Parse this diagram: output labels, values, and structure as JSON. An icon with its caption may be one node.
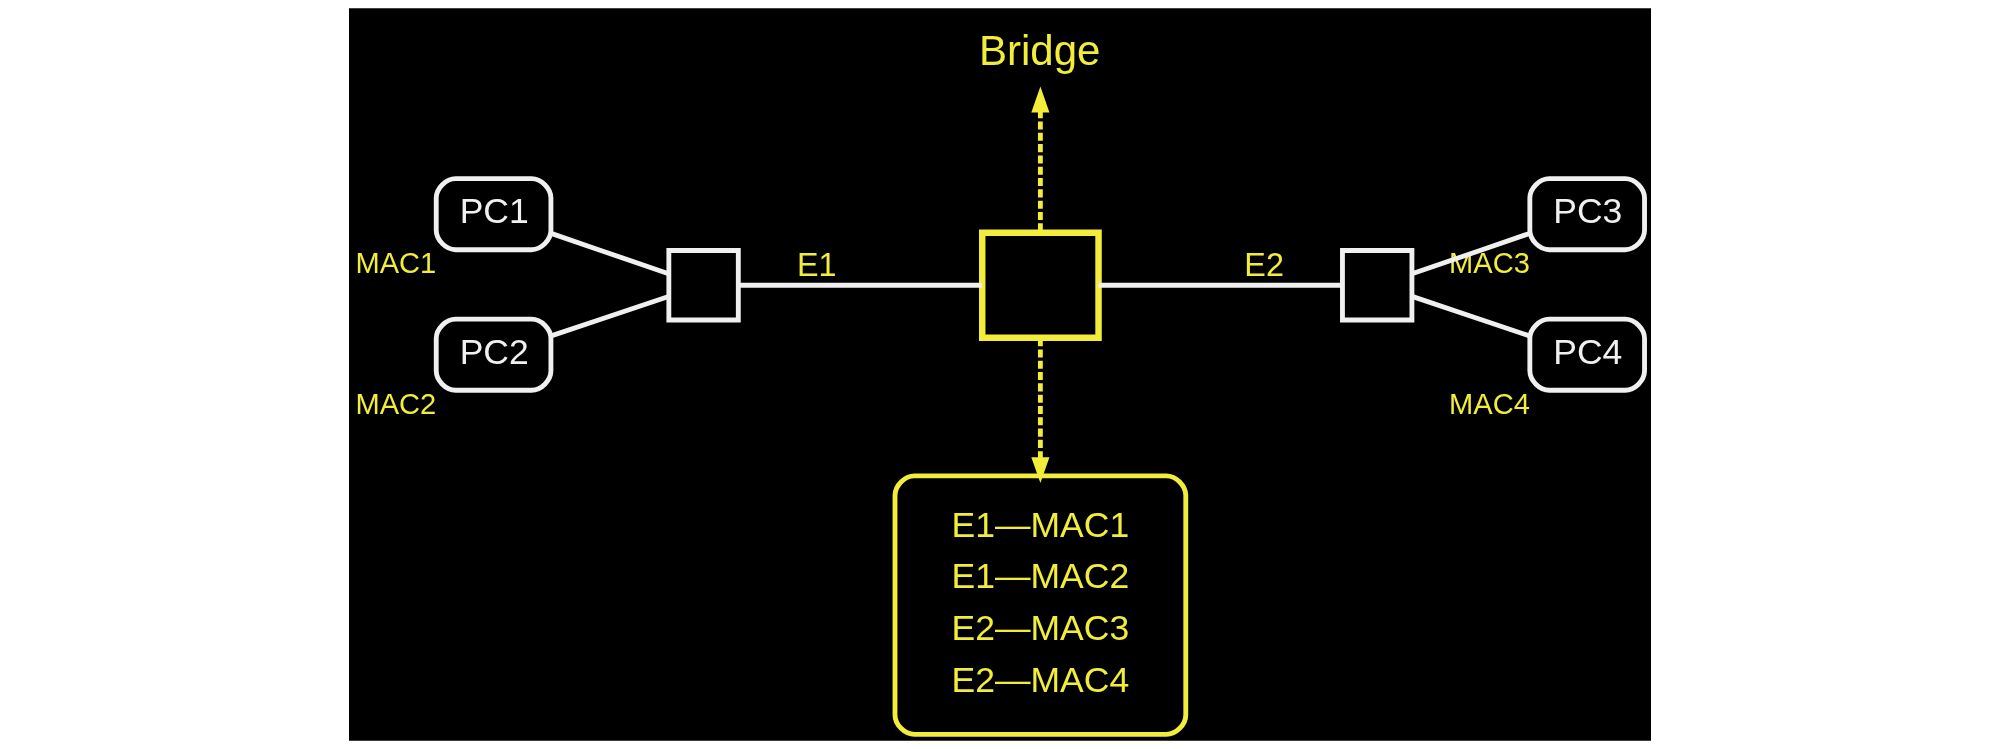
{
  "diagram": {
    "nodes": [
      {
        "text": [
          "PC1"
        ],
        "beside": [
          "MAC1"
        ]
      },
      {
        "text": [
          "PC2"
        ],
        "beside": [
          "MAC2"
        ]
      },
      {
        "text": [],
        "shape": "box"
      },
      {
        "text": [
          "Bridge"
        ]
      },
      {
        "text": [],
        "shape": "box"
      },
      {
        "text": [
          "E1—MAC1",
          "E1—MAC2",
          "E2—MAC3",
          "E2—MAC4"
        ]
      },
      {
        "text": [],
        "shape": "box"
      },
      {
        "text": [
          "PC3"
        ],
        "beside": [
          "MAC3"
        ]
      },
      {
        "text": [
          "PC4"
        ],
        "beside": [
          "MAC4"
        ]
      }
    ],
    "edges": [
      {
        "from": 0,
        "to": 2,
        "arrow": "none"
      },
      {
        "from": 1,
        "to": 2,
        "arrow": "none"
      },
      {
        "from": 2,
        "to": 4,
        "arrow": "none",
        "label": "E1"
      },
      {
        "from": 4,
        "to": 6,
        "arrow": "none",
        "label": "E2"
      },
      {
        "from": 6,
        "to": 7,
        "arrow": "none"
      },
      {
        "from": 6,
        "to": 8,
        "arrow": "none"
      },
      {
        "from": 4,
        "to": 3,
        "arrow": "to",
        "style": "dashed",
        "color": "#f2ec3a"
      },
      {
        "from": 4,
        "to": 5,
        "arrow": "to",
        "style": "dashed",
        "color": "#f2ec3a"
      }
    ]
  }
}
